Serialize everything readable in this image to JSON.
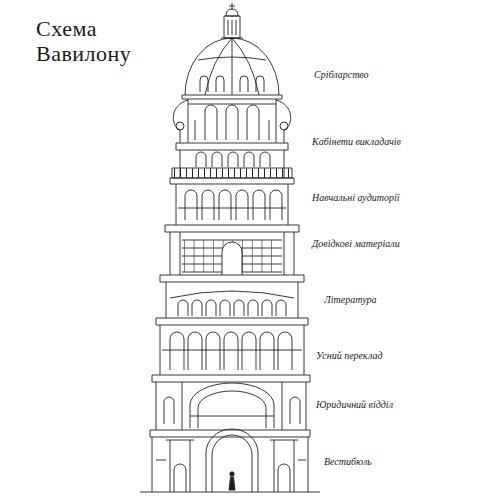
{
  "diagram": {
    "title": "Схема Вавилону",
    "labels": [
      "Срібларство",
      "Кабінети викладачів",
      "Навчальні аудиторії",
      "Довідкові матеріали",
      "Література",
      "Усний переклад",
      "Юридичний відділ",
      "Вестибюль"
    ]
  }
}
